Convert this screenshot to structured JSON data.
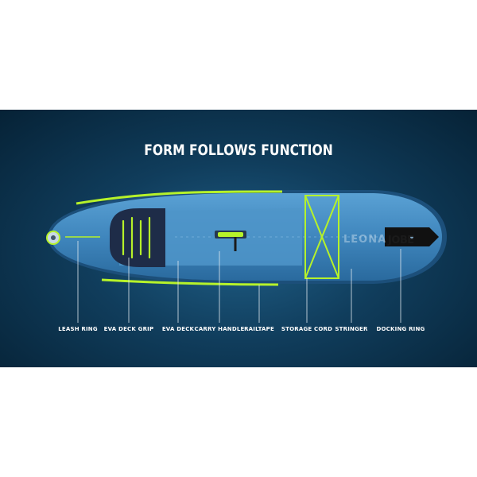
{
  "banner": {
    "title": "FORM FOLLOWS FUNCTION",
    "brand_logo": "JOBE",
    "board_model": "LEONA",
    "colors": {
      "background": "#0d3a57",
      "board": "#3e86bd",
      "accent": "#b6f22a",
      "deck_grip": "#1e2c48"
    },
    "callouts": [
      {
        "label": "LEASH RING"
      },
      {
        "label": "EVA DECK GRIP"
      },
      {
        "label": "EVA DECK"
      },
      {
        "label": "CARRY HANDLE"
      },
      {
        "label": "RAILTAPE"
      },
      {
        "label": "STORAGE CORD"
      },
      {
        "label": "STRINGER"
      },
      {
        "label": "DOCKING RING"
      }
    ]
  }
}
